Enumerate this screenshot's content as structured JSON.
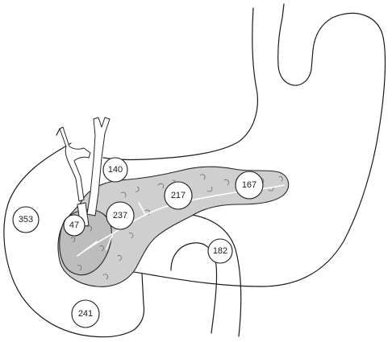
{
  "markers": [
    {
      "id": "m140",
      "label": "140"
    },
    {
      "id": "m353",
      "label": "353"
    },
    {
      "id": "m47",
      "label": "47"
    },
    {
      "id": "m237",
      "label": "237"
    },
    {
      "id": "m217",
      "label": "217"
    },
    {
      "id": "m167",
      "label": "167"
    },
    {
      "id": "m182",
      "label": "182"
    },
    {
      "id": "m241",
      "label": "241"
    }
  ],
  "colors": {
    "outline": "#1a1a1a",
    "pancreas_fill": "#cfcfcf",
    "texture": "#5a5a5a",
    "background": "#ffffff"
  }
}
